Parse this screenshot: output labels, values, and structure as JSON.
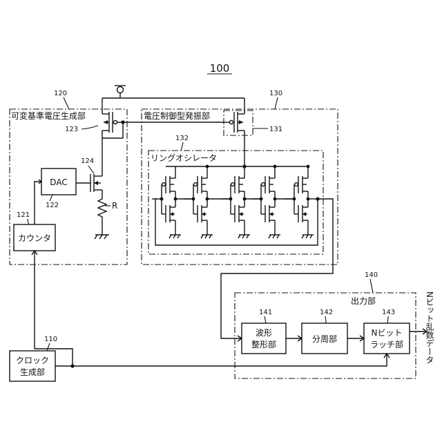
{
  "figure": {
    "ref": "100"
  },
  "blocks": {
    "variable_ref_voltage_gen": {
      "ref": "120",
      "label": "可変基準電圧生成部"
    },
    "pmos_123": {
      "ref": "123"
    },
    "nmos_124": {
      "ref": "124"
    },
    "resistor": {
      "label": "R"
    },
    "dac": {
      "ref": "122",
      "label": "DAC"
    },
    "counter": {
      "ref": "121",
      "label": "カウンタ"
    },
    "vco": {
      "ref": "130",
      "label": "電圧制御型発振部"
    },
    "pmos_131": {
      "ref": "131"
    },
    "ring_osc": {
      "ref": "132",
      "label": "リングオシレータ"
    },
    "output_unit": {
      "ref": "140",
      "label": "出力部"
    },
    "waveform_shaper": {
      "ref": "141",
      "line1": "波形",
      "line2": "整形部"
    },
    "divider": {
      "ref": "142",
      "label": "分周部"
    },
    "latch": {
      "ref": "143",
      "line1": "Nビット",
      "line2": "ラッチ部"
    },
    "clock_gen": {
      "ref": "110",
      "line1": "クロック",
      "line2": "生成部"
    },
    "output_signal": {
      "label": "Nビット乱数データ"
    }
  }
}
